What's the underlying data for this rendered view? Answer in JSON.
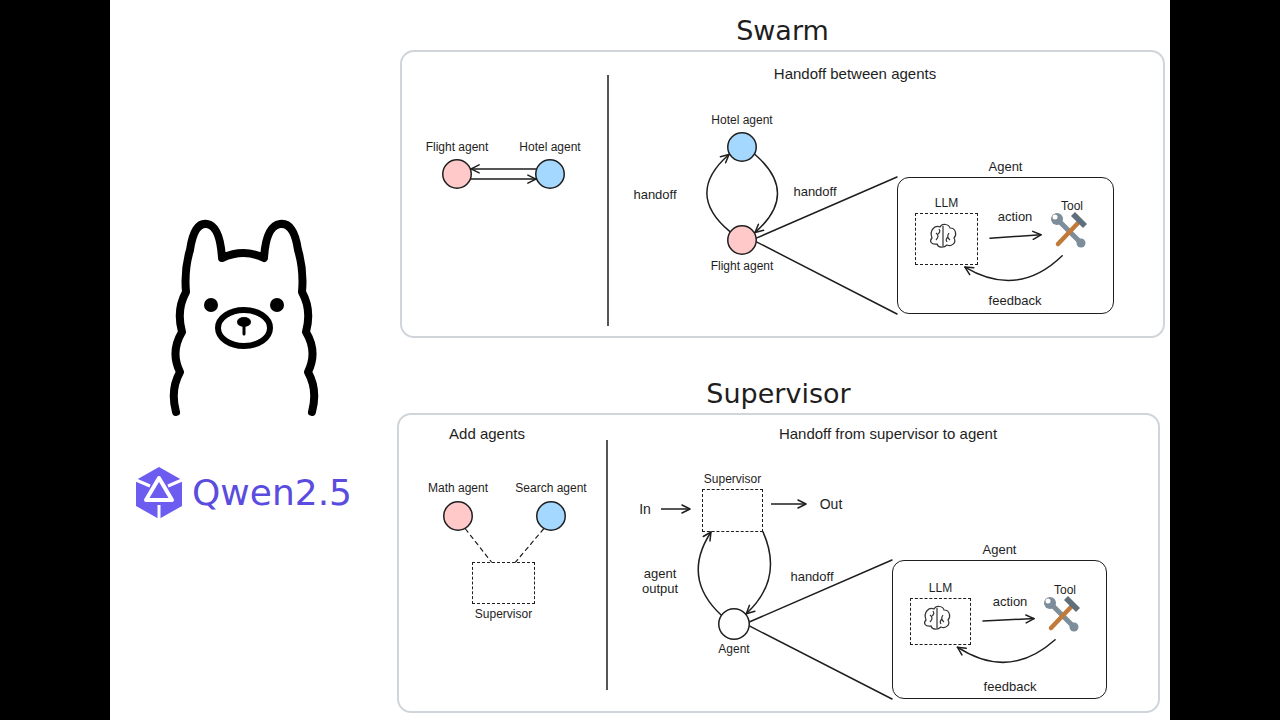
{
  "diagram": {
    "nodes": [
      {
        "text": [
          "Swarm"
        ]
      },
      {
        "text": [
          "Flight agent"
        ],
        "in": 0
      },
      {
        "text": [
          "Hotel agent"
        ],
        "in": 0
      },
      {
        "text": [
          "Hotel agent"
        ],
        "in": 0
      },
      {
        "text": [
          "Flight agent"
        ],
        "in": 0
      },
      {
        "text": [
          "Agent"
        ],
        "in": 0
      },
      {
        "text": [
          "LLM"
        ],
        "in": 5
      },
      {
        "text": [
          "Tool"
        ],
        "in": 5
      },
      {
        "text": [
          "Supervisor"
        ]
      },
      {
        "text": [
          "Math agent"
        ],
        "in": 8
      },
      {
        "text": [
          "Search agent"
        ],
        "in": 8
      },
      {
        "text": [
          "Supervisor"
        ],
        "in": 8
      },
      {
        "text": [
          "Supervisor"
        ],
        "in": 8
      },
      {
        "text": [
          "Agent"
        ],
        "in": 8
      },
      {
        "text": [
          "Agent"
        ],
        "in": 8
      },
      {
        "text": [
          "LLM"
        ],
        "in": 14
      },
      {
        "text": [
          "Tool"
        ],
        "in": 14
      }
    ],
    "edges": [
      {
        "from": 2,
        "to": 1,
        "arrow": "to"
      },
      {
        "from": 1,
        "to": 2,
        "arrow": "to"
      },
      {
        "from": 4,
        "to": 3,
        "label": "handoff",
        "arrow": "to"
      },
      {
        "from": 3,
        "to": 4,
        "label": "handoff",
        "arrow": "to"
      },
      {
        "from": 4,
        "to": 5,
        "arrow": "none"
      },
      {
        "from": 4,
        "to": 5,
        "arrow": "none"
      },
      {
        "from": 6,
        "to": 7,
        "label": "action",
        "arrow": "to"
      },
      {
        "from": 7,
        "to": 6,
        "label": "feedback",
        "arrow": "to"
      },
      {
        "from": 9,
        "to": 11,
        "arrow": "none"
      },
      {
        "from": 10,
        "to": 11,
        "arrow": "none"
      },
      {
        "from": 12,
        "to": 13,
        "label": "handoff",
        "arrow": "to"
      },
      {
        "from": 13,
        "to": 12,
        "label": "agent output",
        "arrow": "to"
      },
      {
        "from": 13,
        "to": 14,
        "arrow": "none"
      },
      {
        "from": 13,
        "to": 14,
        "arrow": "none"
      },
      {
        "from": 15,
        "to": 16,
        "label": "action",
        "arrow": "to"
      },
      {
        "from": 16,
        "to": 15,
        "label": "feedback",
        "arrow": "to"
      }
    ],
    "labels": [
      "Qwen2.5",
      "Handoff between agents",
      "Add agents",
      "Handoff from supervisor to agent",
      "In",
      "Out"
    ]
  }
}
